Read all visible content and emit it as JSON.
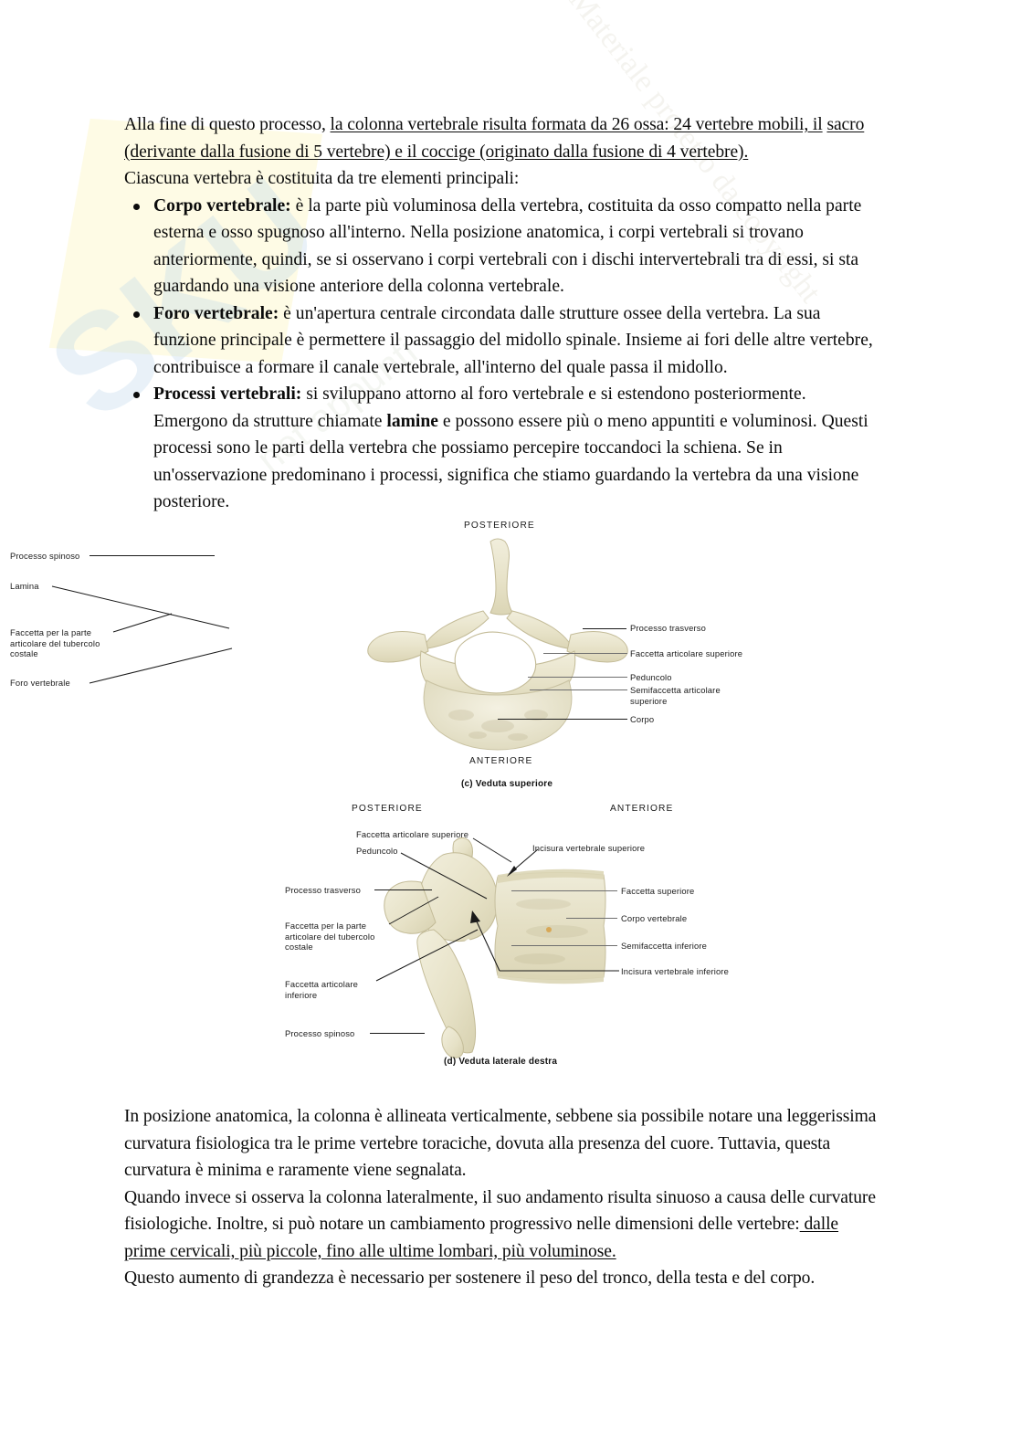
{
  "document": {
    "watermark_text": "SKUOLA.NET",
    "bone_color": "#e9e5cf",
    "bone_shadow": "#cdc7a8",
    "text_color": "#0b0b0b"
  },
  "body": {
    "intro_line1_prefix": "Alla fine di questo processo, ",
    "intro_line1_underlined": "la colonna vertebrale risulta formata da 26 ossa: 24 vertebre mobili, il",
    "intro_line2_underlined": "sacro (derivante dalla fusione di 5 vertebre) e il coccige (originato dalla fusione di 4 vertebre).",
    "intro_line3": "Ciascuna vertebra è costituita da tre elementi principali:",
    "bullets": [
      {
        "term": "Corpo vertebrale:",
        "text": " è la parte più voluminosa della vertebra, costituita da osso compatto nella parte esterna e osso spugnoso all'interno. Nella posizione anatomica, i corpi vertebrali si trovano anteriormente, quindi, se si osservano i corpi vertebrali con i dischi intervertebrali tra di essi, si sta guardando una visione anteriore della colonna vertebrale."
      },
      {
        "term": "Foro vertebrale:",
        "text": " è un'apertura centrale circondata dalle strutture ossee della vertebra. La sua funzione principale è permettere il passaggio del midollo spinale. Insieme ai fori delle altre vertebre, contribuisce a formare il canale vertebrale, all'interno del quale passa il midollo."
      },
      {
        "term": "Processi vertebrali:",
        "text_part1": " si sviluppano attorno al foro vertebrale e si estendono posteriormente. Emergono da strutture chiamate ",
        "emphasis": "lamine",
        "text_part2": " e possono essere più o meno appuntiti e voluminosi. Questi processi sono le parti della vertebra che possiamo percepire toccandoci la schiena. Se in un'osservazione predominano i processi, significa che stiamo guardando la vertebra da una visione posteriore."
      }
    ],
    "closing_para1": "In posizione anatomica, la colonna è allineata verticalmente, sebbene sia possibile notare una leggerissima curvatura fisiologica tra le prime vertebre toraciche, dovuta alla presenza del cuore. Tuttavia, questa curvatura è minima e raramente viene segnalata.",
    "closing_para2_prefix": "Quando invece si osserva la colonna lateralmente, il suo andamento risulta sinuoso a causa delle curvature fisiologiche. Inoltre, si può notare un cambiamento progressivo nelle dimensioni delle vertebre:",
    "closing_para2_underlined": " dalle prime cervicali, più piccole, fino alle ultime lombari, più voluminose.",
    "closing_para3": "Questo aumento di grandezza è necessario per sostenere il peso del tronco, della testa e del corpo."
  },
  "figure_c": {
    "caption": "(c) Veduta superiore",
    "orientation_top": "POSTERIORE",
    "orientation_bottom": "ANTERIORE",
    "labels_left": [
      "Processo spinoso",
      "Lamina",
      "Faccetta per la parte\narticolare del tubercolo\ncostale",
      "Foro vertebrale"
    ],
    "labels_right": [
      "Processo trasverso",
      "Faccetta articolare superiore",
      "Peduncolo",
      "Semifaccetta articolare\nsuperiore",
      "Corpo"
    ]
  },
  "figure_d": {
    "caption": "(d) Veduta laterale destra",
    "orientation_left": "POSTERIORE",
    "orientation_right": "ANTERIORE",
    "labels_left": [
      "Faccetta articolare superiore",
      "Peduncolo",
      "Processo trasverso",
      "Faccetta per la parte\narticolare del tubercolo\ncostale",
      "Faccetta articolare\ninferiore",
      "Processo spinoso"
    ],
    "labels_right": [
      "Incisura vertebrale superiore",
      "Faccetta superiore",
      "Corpo vertebrale",
      "Semifaccetta inferiore",
      "Incisura vertebrale inferiore"
    ]
  }
}
